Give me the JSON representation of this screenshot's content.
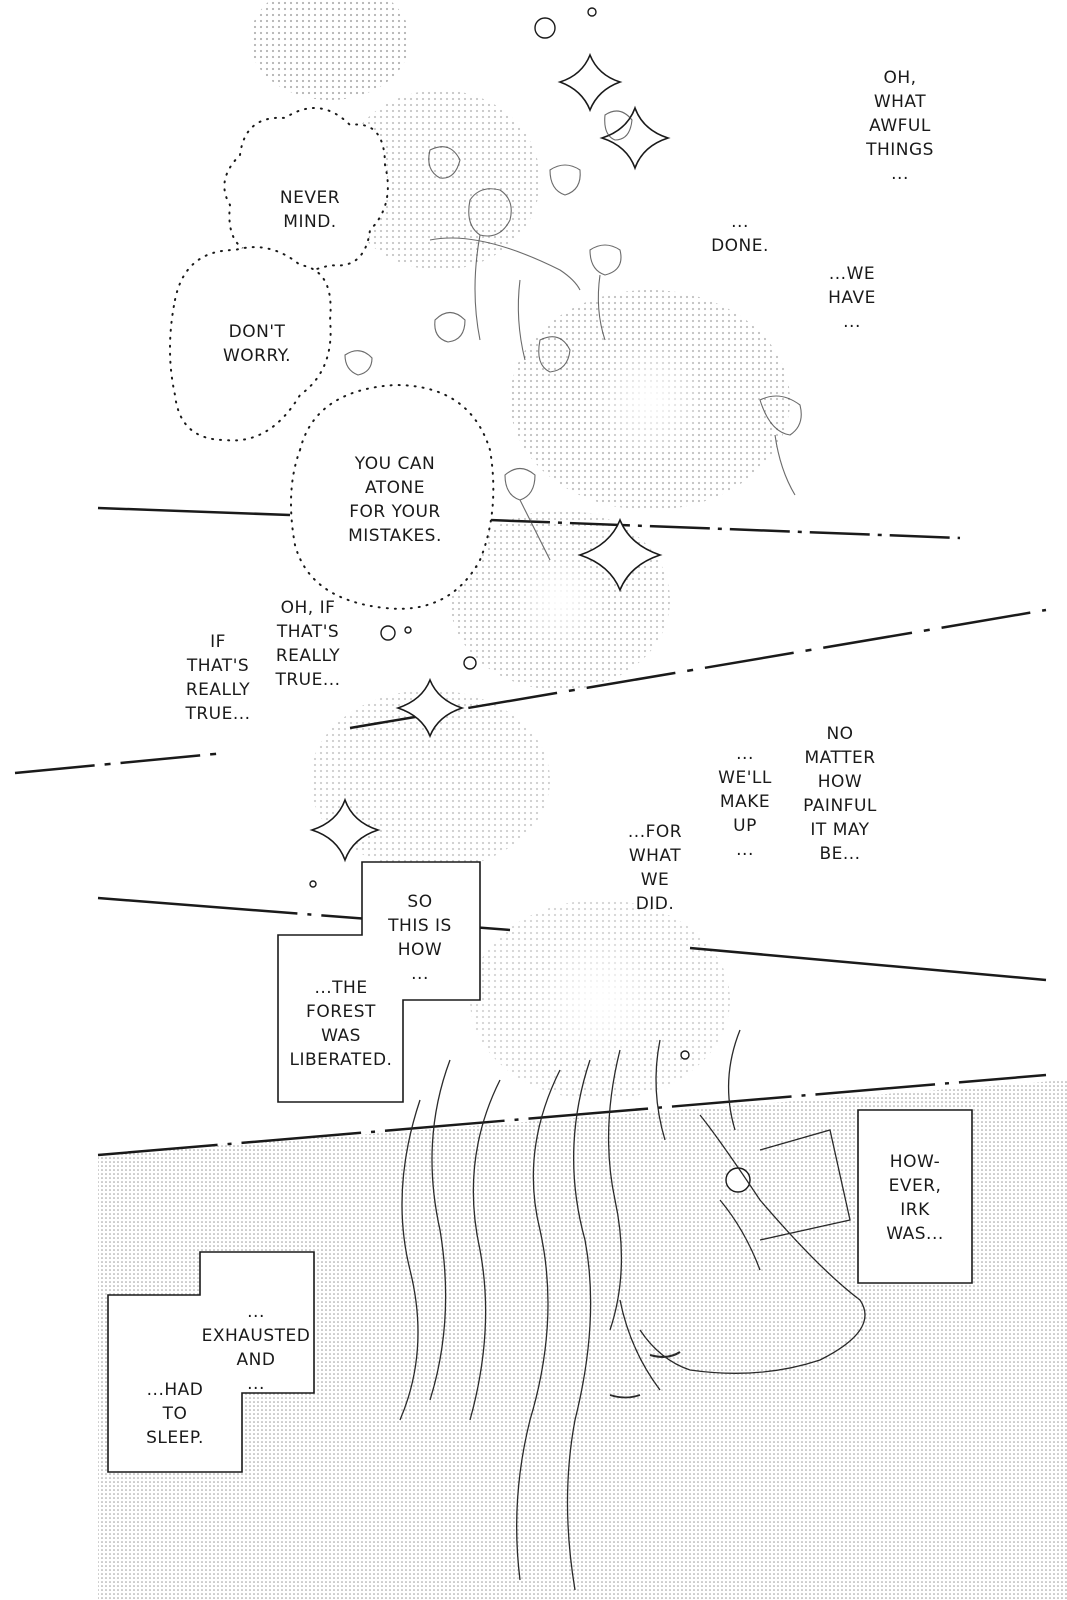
{
  "page": {
    "background": "#ffffff",
    "ink_color": "#1a1a1a",
    "screentone_color": "#cfcfcf"
  },
  "bubbles": {
    "never_mind": "NEVER\nMIND.",
    "dont_worry": "DON'T\nWORRY.",
    "atone": "YOU CAN\nATONE\nFOR YOUR\nMISTAKES."
  },
  "captions": {
    "awful_things": "OH,\nWHAT\nAWFUL\nTHINGS\n...",
    "done": "...\nDONE.",
    "we_have": "...WE\nHAVE\n...",
    "oh_if_true": "OH, IF\nTHAT'S\nREALLY\nTRUE...",
    "if_true": "IF\nTHAT'S\nREALLY\nTRUE...",
    "no_matter": "NO\nMATTER\nHOW\nPAINFUL\nIT MAY\nBE...",
    "make_up": "...\nWE'LL\nMAKE\nUP\n...",
    "for_what": "...FOR\nWHAT\nWE\nDID."
  },
  "narration": {
    "so_this_is": "SO\nTHIS IS\nHOW\n...",
    "forest": "...THE\nFOREST\nWAS\nLIBERATED.",
    "however": "HOW-\nEVER,\nIRK\nWAS...",
    "exhausted": "...\nEXHAUSTED\nAND\n...",
    "had_to_sleep": "...HAD\nTO\nSLEEP."
  }
}
